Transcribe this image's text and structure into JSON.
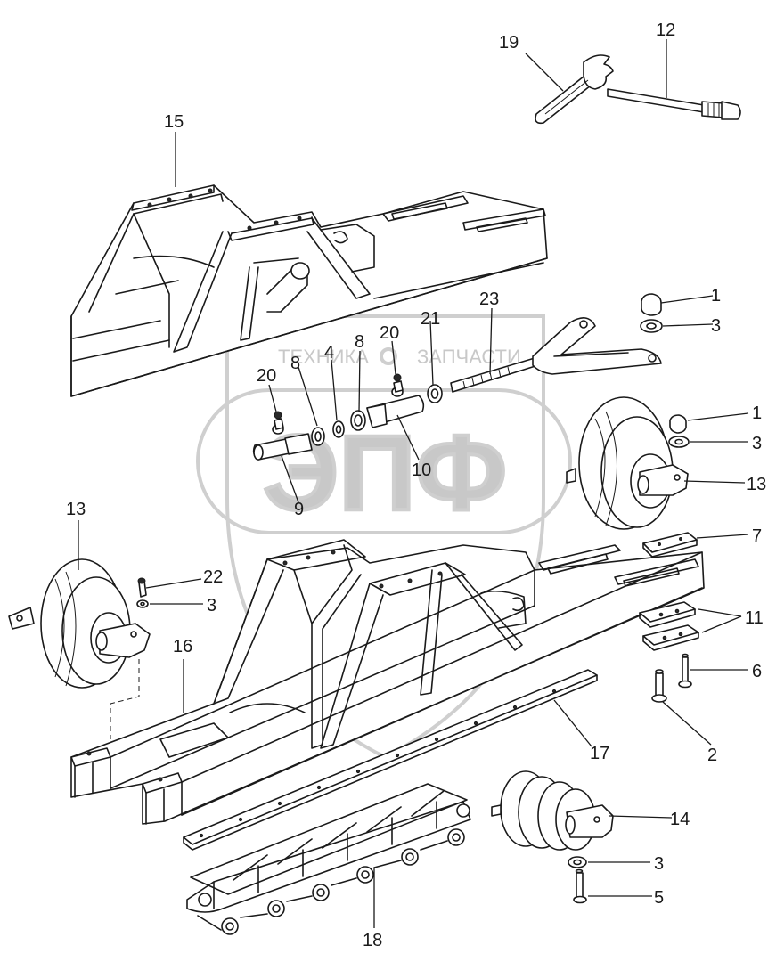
{
  "watermark": {
    "top_text": "ТЕХНИКА",
    "top_text_right": "ЗАПЧАСТИ",
    "big_text": "ЭПФ"
  },
  "callouts": [
    {
      "id": "c19",
      "text": "19"
    },
    {
      "id": "c12",
      "text": "12"
    },
    {
      "id": "c15",
      "text": "15"
    },
    {
      "id": "c1a",
      "text": "1"
    },
    {
      "id": "c3a",
      "text": "3"
    },
    {
      "id": "c23",
      "text": "23"
    },
    {
      "id": "c21",
      "text": "21"
    },
    {
      "id": "c20a",
      "text": "20"
    },
    {
      "id": "c8a",
      "text": "8"
    },
    {
      "id": "c4",
      "text": "4"
    },
    {
      "id": "c8b",
      "text": "8"
    },
    {
      "id": "c20b",
      "text": "20"
    },
    {
      "id": "c10",
      "text": "10"
    },
    {
      "id": "c9",
      "text": "9"
    },
    {
      "id": "c1b",
      "text": "1"
    },
    {
      "id": "c3b",
      "text": "3"
    },
    {
      "id": "c13a",
      "text": "13"
    },
    {
      "id": "c7",
      "text": "7"
    },
    {
      "id": "c13b",
      "text": "13"
    },
    {
      "id": "c22",
      "text": "22"
    },
    {
      "id": "c3c",
      "text": "3"
    },
    {
      "id": "c16",
      "text": "16"
    },
    {
      "id": "c11",
      "text": "11"
    },
    {
      "id": "c6",
      "text": "6"
    },
    {
      "id": "c2",
      "text": "2"
    },
    {
      "id": "c17",
      "text": "17"
    },
    {
      "id": "c14",
      "text": "14"
    },
    {
      "id": "c3d",
      "text": "3"
    },
    {
      "id": "c5",
      "text": "5"
    },
    {
      "id": "c18",
      "text": "18"
    }
  ]
}
